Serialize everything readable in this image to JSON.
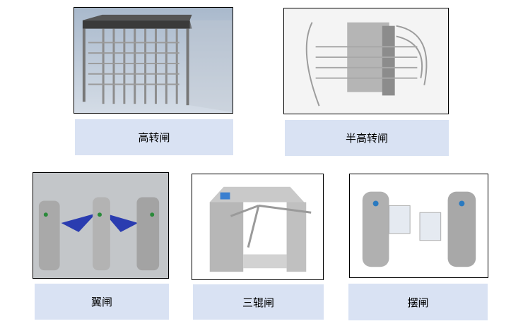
{
  "products": [
    {
      "label": "高转闸"
    },
    {
      "label": "半高转闸"
    },
    {
      "label": "翼闸"
    },
    {
      "label": "三辊闸"
    },
    {
      "label": "摆闸"
    }
  ],
  "colors": {
    "label_bg": "#d9e2f3",
    "wing_blue": "#2a3cb0"
  }
}
